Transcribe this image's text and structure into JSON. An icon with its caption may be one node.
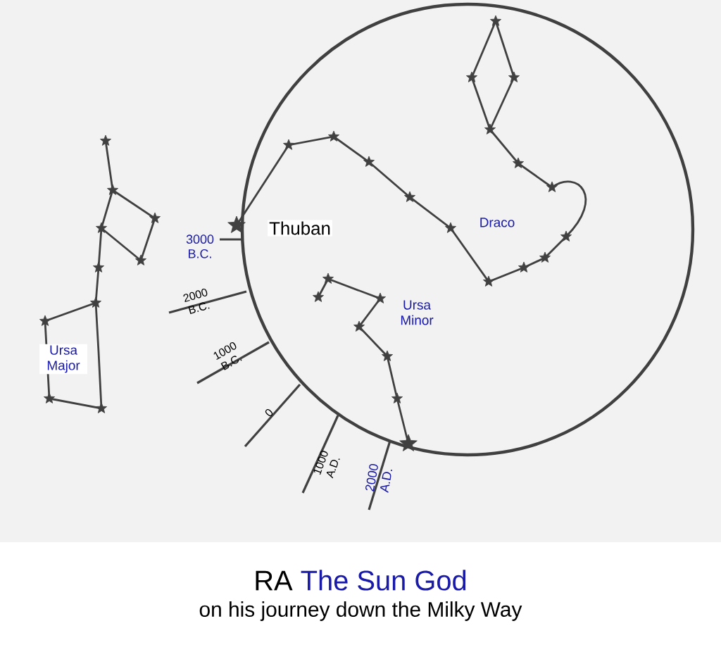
{
  "diagram": {
    "caption": "on his journey down the Milky Way",
    "labels": [
      "Thuban",
      "3000 B.C.",
      "Draco",
      "2000 B.C.",
      "Ursa Minor",
      "Ursa Major",
      "1000 B.C.",
      "0",
      "1000 A.D.",
      "2000 A.D.",
      "RA",
      "The Sun God"
    ]
  }
}
